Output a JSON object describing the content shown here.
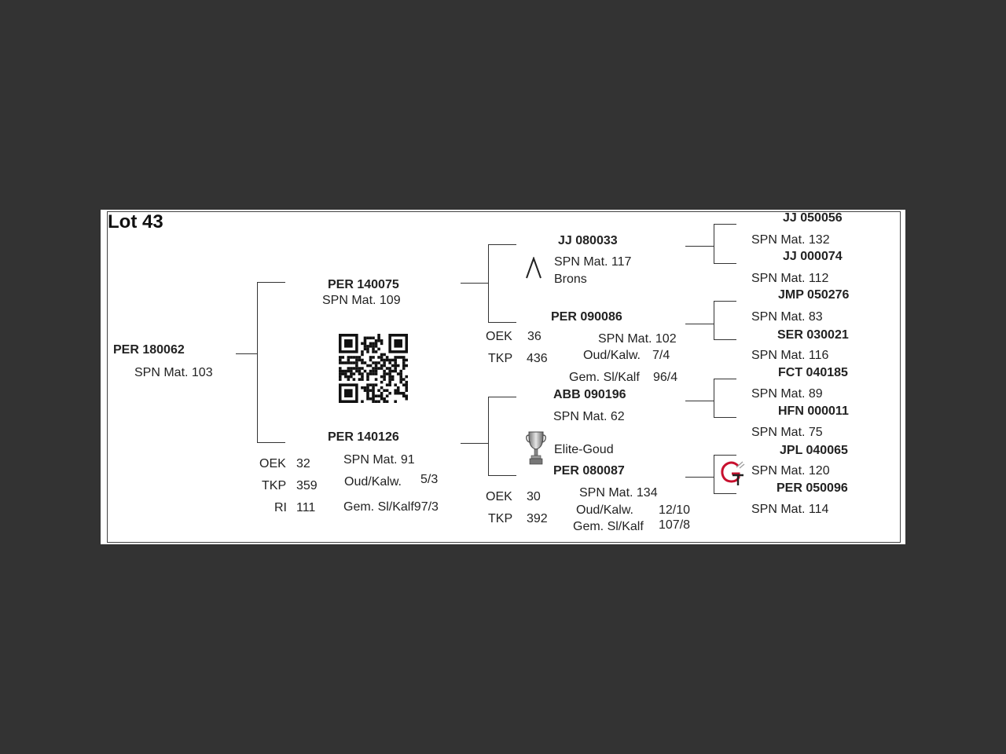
{
  "lot": "Lot 43",
  "subject": {
    "id": "PER 180062",
    "spn": "SPN Mat. 103"
  },
  "sire": {
    "id": "PER 140075",
    "spn": "SPN Mat. 109"
  },
  "dam": {
    "id": "PER 140126",
    "spn": "SPN Mat. 91",
    "oek_label": "OEK",
    "oek": "32",
    "tkp_label": "TKP",
    "tkp": "359",
    "ri_label": "RI",
    "ri": "111",
    "oud_label": "Oud/Kalw.",
    "oud": "5/3",
    "gem": "Gem. Sl/Kalf97/3"
  },
  "ss": {
    "id": "JJ  080033",
    "spn": "SPN Mat. 117",
    "award": "Brons"
  },
  "sd": {
    "id": "PER 090086",
    "spn": "SPN Mat. 102",
    "oek_label": "OEK",
    "oek": "36",
    "tkp_label": "TKP",
    "tkp": "436",
    "oud_label": "Oud/Kalw.",
    "oud": "7/4",
    "gem_label": "Gem. Sl/Kalf",
    "gem": "96/4"
  },
  "ds": {
    "id": "ABB 090196",
    "spn": "SPN Mat. 62",
    "award": "Elite-Goud"
  },
  "dd": {
    "id": "PER 080087",
    "spn": "SPN Mat. 134",
    "oek_label": "OEK",
    "oek": "30",
    "tkp_label": "TKP",
    "tkp": "392",
    "oud_label": "Oud/Kalw.",
    "oud": "12/10",
    "gem_label": "Gem. Sl/Kalf",
    "gem": "107/8"
  },
  "gen3": [
    {
      "id": "JJ  050056",
      "spn": "SPN Mat. 132"
    },
    {
      "id": "JJ  000074",
      "spn": "SPN Mat. 112"
    },
    {
      "id": "JMP 050276",
      "spn": "SPN Mat. 83"
    },
    {
      "id": "SER 030021",
      "spn": "SPN Mat. 116"
    },
    {
      "id": "FCT 040185",
      "spn": "SPN Mat. 89"
    },
    {
      "id": "HFN 000011",
      "spn": "SPN Mat. 75"
    },
    {
      "id": "JPL 040065",
      "spn": "SPN Mat. 120"
    },
    {
      "id": "PER 050096",
      "spn": "SPN Mat. 114"
    }
  ],
  "logo_text": "GT",
  "colors": {
    "page_bg": "#333333",
    "paper": "#ffffff",
    "logo_red": "#c8102e"
  },
  "icons": {
    "ss": "lambda-icon",
    "ds": "trophy-icon",
    "dd": "gt-logo-icon",
    "qr": "qr-code"
  }
}
